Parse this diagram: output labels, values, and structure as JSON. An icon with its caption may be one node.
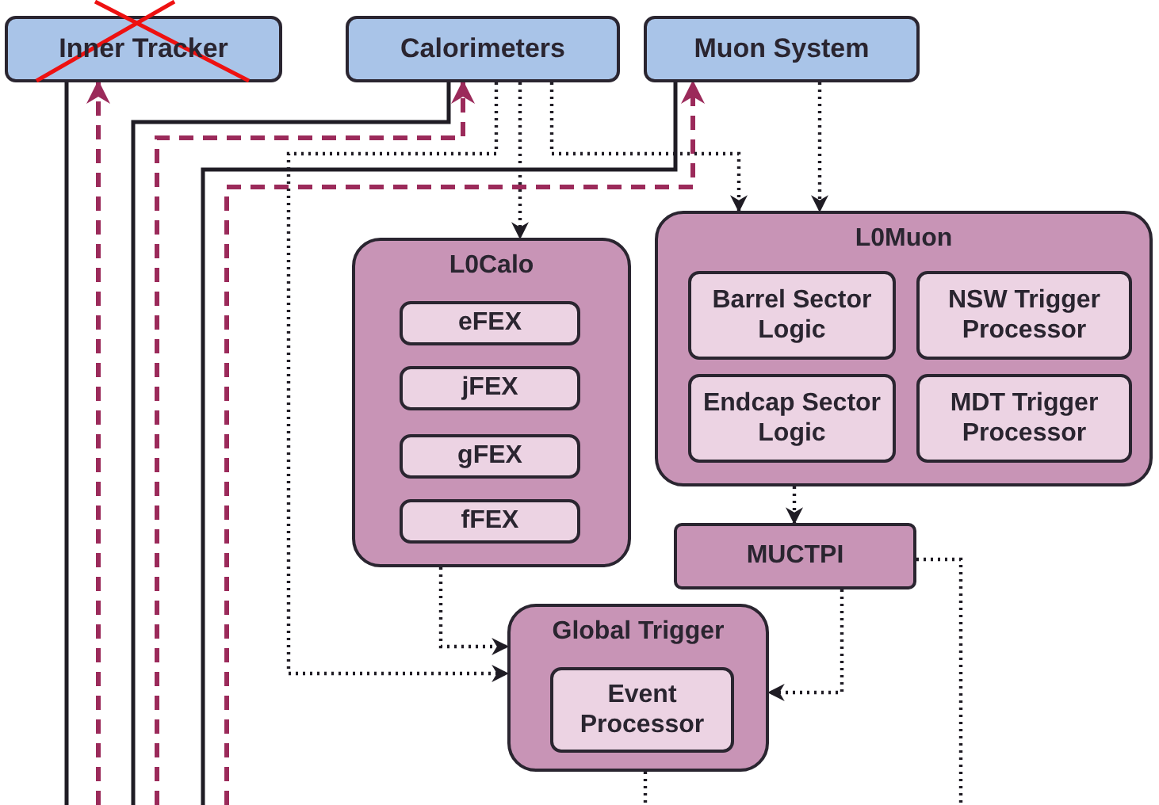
{
  "diagram": {
    "nodes": [
      {
        "text": [
          "Inner Tracker"
        ]
      },
      {
        "text": [
          "Calorimeters"
        ]
      },
      {
        "text": [
          "Muon System"
        ]
      },
      {
        "text": [
          "L0Calo"
        ]
      },
      {
        "text": [
          "eFEX"
        ],
        "in": 3
      },
      {
        "text": [
          "jFEX"
        ],
        "in": 3
      },
      {
        "text": [
          "gFEX"
        ],
        "in": 3
      },
      {
        "text": [
          "fFEX"
        ],
        "in": 3
      },
      {
        "text": [
          "L0Muon"
        ]
      },
      {
        "text": [
          "Barrel Sector Logic"
        ],
        "in": 8
      },
      {
        "text": [
          "NSW Trigger Processor"
        ],
        "in": 8
      },
      {
        "text": [
          "Endcap Sector Logic"
        ],
        "in": 8
      },
      {
        "text": [
          "MDT Trigger Processor"
        ],
        "in": 8
      },
      {
        "text": [
          "MUCTPI"
        ]
      },
      {
        "text": [
          "Global Trigger"
        ]
      },
      {
        "text": [
          "Event Processor"
        ],
        "in": 14
      }
    ],
    "edges": [
      {
        "from": 0,
        "to": null,
        "arrow": "none"
      },
      {
        "from": null,
        "to": 0,
        "arrow": "to",
        "style": "dashed",
        "color": "#9b2a5a"
      },
      {
        "from": 1,
        "to": null,
        "arrow": "none"
      },
      {
        "from": null,
        "to": 1,
        "arrow": "to",
        "style": "dashed",
        "color": "#9b2a5a"
      },
      {
        "from": 2,
        "to": null,
        "arrow": "none"
      },
      {
        "from": null,
        "to": 2,
        "arrow": "to",
        "style": "dashed",
        "color": "#9b2a5a"
      },
      {
        "from": 1,
        "to": 3,
        "arrow": "to",
        "style": "dashed"
      },
      {
        "from": 1,
        "to": 14,
        "arrow": "to",
        "style": "dashed"
      },
      {
        "from": 1,
        "to": 8,
        "arrow": "to",
        "style": "dashed"
      },
      {
        "from": 2,
        "to": 8,
        "arrow": "to",
        "style": "dashed"
      },
      {
        "from": 3,
        "to": 14,
        "arrow": "to",
        "style": "dashed"
      },
      {
        "from": 8,
        "to": 13,
        "arrow": "to",
        "style": "dashed"
      },
      {
        "from": 13,
        "to": 14,
        "arrow": "to",
        "style": "dashed"
      },
      {
        "from": 13,
        "to": null,
        "arrow": "none",
        "style": "dashed"
      },
      {
        "from": 14,
        "to": null,
        "arrow": "none",
        "style": "dashed"
      }
    ]
  }
}
